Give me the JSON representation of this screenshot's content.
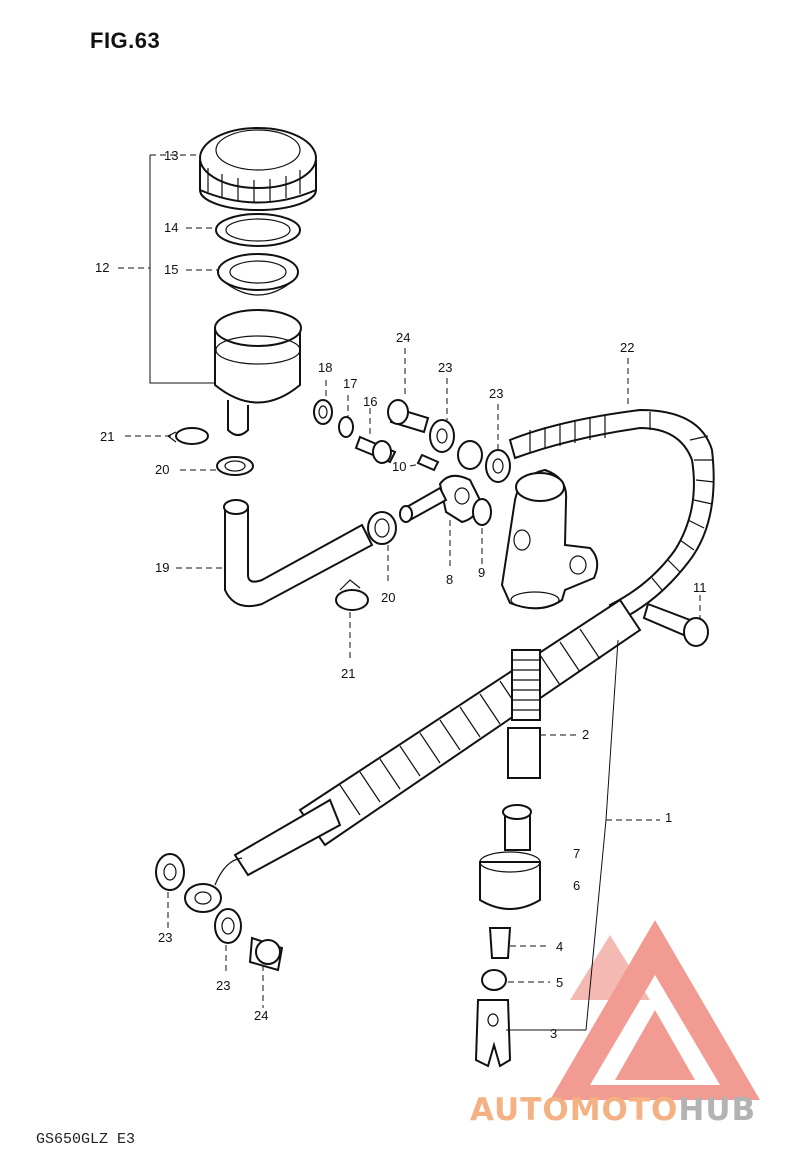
{
  "figure": {
    "title": "FIG.63",
    "model_code": "GS650GLZ  E3"
  },
  "callouts": {
    "p1": "1",
    "p2": "2",
    "p3": "3",
    "p4": "4",
    "p5": "5",
    "p6": "6",
    "p7": "7",
    "p8": "8",
    "p9": "9",
    "p10": "10",
    "p11": "11",
    "p12": "12",
    "p13": "13",
    "p14": "14",
    "p15": "15",
    "p16": "16",
    "p17": "17",
    "p18": "18",
    "p19": "19",
    "p20a": "20",
    "p20b": "20",
    "p21a": "21",
    "p21b": "21",
    "p22": "22",
    "p23a": "23",
    "p23b": "23",
    "p23c": "23",
    "p23d": "23",
    "p24a": "24",
    "p24b": "24"
  },
  "watermark": {
    "text_orange": "AUTOMOTO",
    "text_gray": "HUB",
    "color_orange": "#f4b183",
    "color_gray": "#b3b3b3",
    "color_triangle": "#f08a80"
  }
}
